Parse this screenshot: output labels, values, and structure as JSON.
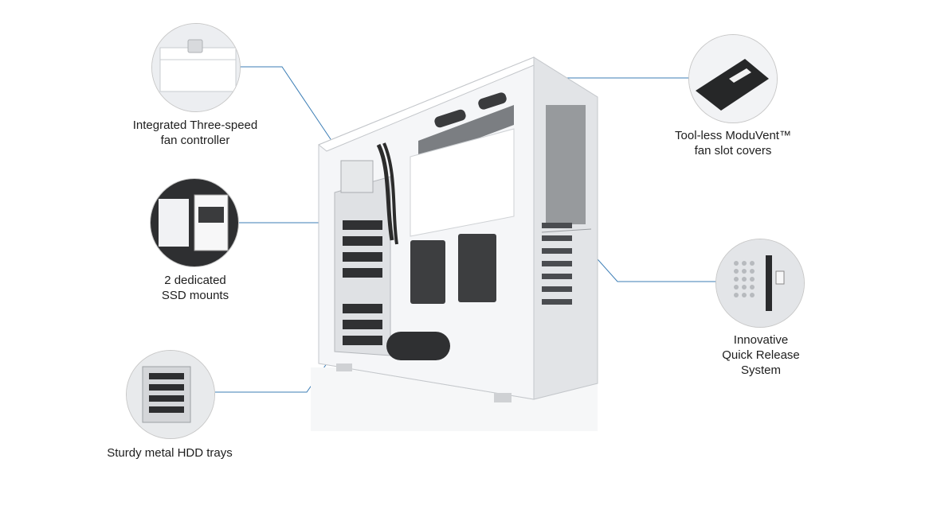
{
  "features": {
    "fan_controller": {
      "lines": [
        "Integrated Three-speed",
        "fan controller"
      ],
      "icon": "fan-controller-closeup"
    },
    "ssd_mounts": {
      "lines": [
        "2 dedicated",
        "SSD mounts"
      ],
      "icon": "ssd-mount-closeup"
    },
    "hdd_trays": {
      "lines": [
        "Sturdy metal HDD trays"
      ],
      "icon": "hdd-tray-closeup"
    },
    "moduvent": {
      "lines": [
        "Tool-less ModuVent™",
        "fan slot covers"
      ],
      "icon": "moduvent-cover-closeup"
    },
    "quick_release": {
      "lines": [
        "Innovative",
        "Quick Release",
        "System"
      ],
      "icon": "quick-release-closeup"
    }
  },
  "colors": {
    "callout_line": "#3b7db5",
    "case_body": "#f2f3f5",
    "case_shadow": "#d8dadd",
    "dark_part": "#2b2b2b"
  }
}
